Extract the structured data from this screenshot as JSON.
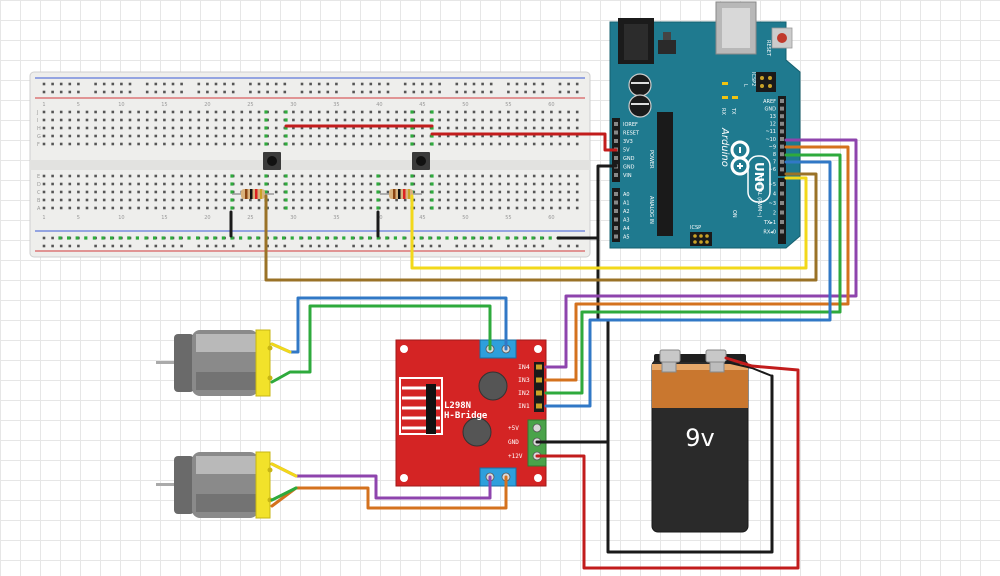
{
  "diagram": {
    "arduino": {
      "brand": "Arduino",
      "model": "UNO",
      "reset_label": "RESET",
      "icsp_label": "ICSP",
      "icsp2_label": "ICSP2",
      "tx_label": "TX",
      "rx_label": "RX",
      "l_label": "L",
      "on_label": "ON",
      "power_label": "POWER",
      "analog_label": "ANALOG IN",
      "digital_label": "DIGITAL (PWM~)",
      "power_pins": [
        "IOREF",
        "RESET",
        "3V3",
        "5V",
        "GND",
        "GND",
        "VIN"
      ],
      "analog_pins": [
        "A0",
        "A1",
        "A2",
        "A3",
        "A4",
        "A5"
      ],
      "digital_pins": [
        "AREF",
        "GND",
        "13",
        "12",
        "~11",
        "~10",
        "~9",
        "8",
        "7",
        "~6",
        "~5",
        "4",
        "~3",
        "2",
        "TX▸1",
        "RX◂0"
      ]
    },
    "driver": {
      "title_line1": "L298N",
      "title_line2": "H-Bridge",
      "input_pins": [
        "IN4",
        "IN3",
        "IN2",
        "IN1"
      ],
      "power_pins": [
        "+5V",
        "GND",
        "+12V"
      ]
    },
    "battery": {
      "label": "9v"
    },
    "breadboard": {
      "column_numbers": [
        "1",
        "5",
        "10",
        "15",
        "20",
        "25",
        "30",
        "35",
        "40",
        "45",
        "50",
        "55",
        "60"
      ],
      "row_letters_top": [
        "J",
        "I",
        "H",
        "G",
        "F"
      ],
      "row_letters_bottom": [
        "E",
        "D",
        "C",
        "B",
        "A"
      ]
    },
    "colors": {
      "wire_red": "#c21c1c",
      "wire_black": "#1a1a1a",
      "wire_purple": "#8e44ad",
      "wire_orange": "#d4721e",
      "wire_green": "#2eaa3c",
      "wire_blue": "#3178c6",
      "wire_yellow": "#f2d81a",
      "wire_brown": "#9a7227",
      "arduino_board": "#1f7a8f",
      "driver_board": "#d42424",
      "battery_copper": "#c9772f",
      "battery_body": "#2a2a2a"
    }
  }
}
